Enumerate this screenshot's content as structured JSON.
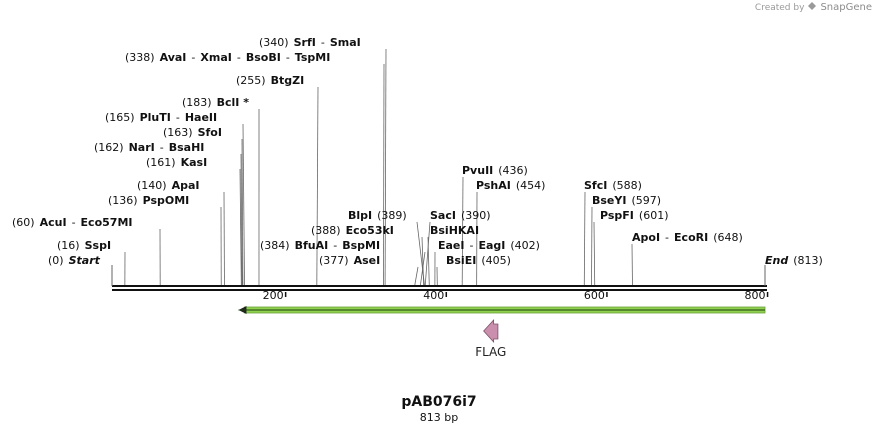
{
  "credit": {
    "prefix": "Created by",
    "brand": "SnapGene"
  },
  "plasmid": {
    "name": "pAB076i7",
    "size_label": "813 bp",
    "length": 813
  },
  "start_label": "Start",
  "start_pos": "(0)",
  "end_label": "End",
  "end_pos": "(813)",
  "ruler_ticks": [
    {
      "value": 200,
      "label": "200"
    },
    {
      "value": 400,
      "label": "400"
    },
    {
      "value": 600,
      "label": "600"
    },
    {
      "value": 800,
      "label": "800"
    }
  ],
  "sites": [
    {
      "pos_label": "(340)",
      "enzymes": [
        "SrfI",
        "SmaI"
      ],
      "cut": 340
    },
    {
      "pos_label": "(338)",
      "enzymes": [
        "AvaI",
        "XmaI",
        "BsoBI",
        "TspMI"
      ],
      "cut": 338
    },
    {
      "pos_label": "(255)",
      "enzymes": [
        "BtgZI"
      ],
      "cut": 255
    },
    {
      "pos_label": "(183)",
      "enzymes": [
        "BclI *"
      ],
      "cut": 183
    },
    {
      "pos_label": "(165)",
      "enzymes": [
        "PluTI",
        "HaeII"
      ],
      "cut": 165
    },
    {
      "pos_label": "(163)",
      "enzymes": [
        "SfoI"
      ],
      "cut": 163
    },
    {
      "pos_label": "(162)",
      "enzymes": [
        "NarI",
        "BsaHI"
      ],
      "cut": 162
    },
    {
      "pos_label": "(161)",
      "enzymes": [
        "KasI"
      ],
      "cut": 161
    },
    {
      "pos_label": "(140)",
      "enzymes": [
        "ApaI"
      ],
      "cut": 140
    },
    {
      "pos_label": "(136)",
      "enzymes": [
        "PspOMI"
      ],
      "cut": 136
    },
    {
      "pos_label": "(60)",
      "enzymes": [
        "AcuI",
        "Eco57MI"
      ],
      "cut": 60
    },
    {
      "pos_label": "(16)",
      "enzymes": [
        "SspI"
      ],
      "cut": 16
    },
    {
      "pos_label": "(389)",
      "enzymes": [
        "BlpI"
      ],
      "cut": 389
    },
    {
      "pos_label": "(388)",
      "enzymes": [
        "Eco53kI"
      ],
      "cut": 388
    },
    {
      "pos_label": "(384)",
      "enzymes": [
        "BfuAI",
        "BspMI"
      ],
      "cut": 384
    },
    {
      "pos_label": "(377)",
      "enzymes": [
        "AseI"
      ],
      "cut": 377
    },
    {
      "pos_label": "(436)",
      "enzymes": [
        "PvuII"
      ],
      "cut": 436
    },
    {
      "pos_label": "(454)",
      "enzymes": [
        "PshAI"
      ],
      "cut": 454
    },
    {
      "pos_label": "(390)",
      "enzymes": [
        "SacI"
      ],
      "cut": 390
    },
    {
      "pos_label": "",
      "enzymes": [
        "BsiHKAI"
      ],
      "cut": 395
    },
    {
      "pos_label": "(402)",
      "enzymes": [
        "EaeI",
        "EagI"
      ],
      "cut": 402
    },
    {
      "pos_label": "(405)",
      "enzymes": [
        "BsiEI"
      ],
      "cut": 405
    },
    {
      "pos_label": "(588)",
      "enzymes": [
        "SfcI"
      ],
      "cut": 588
    },
    {
      "pos_label": "(597)",
      "enzymes": [
        "BseYI"
      ],
      "cut": 597
    },
    {
      "pos_label": "(601)",
      "enzymes": [
        "PspFI"
      ],
      "cut": 601
    },
    {
      "pos_label": "(648)",
      "enzymes": [
        "ApoI",
        "EcoRI"
      ],
      "cut": 648
    }
  ],
  "features": [
    {
      "name": "",
      "start": 150,
      "end": 813,
      "strand": "reverse",
      "color": "#8fd14f"
    },
    {
      "name": "FLAG",
      "start": 449,
      "end": 473,
      "strand": "reverse",
      "color": "#c98fad"
    }
  ]
}
